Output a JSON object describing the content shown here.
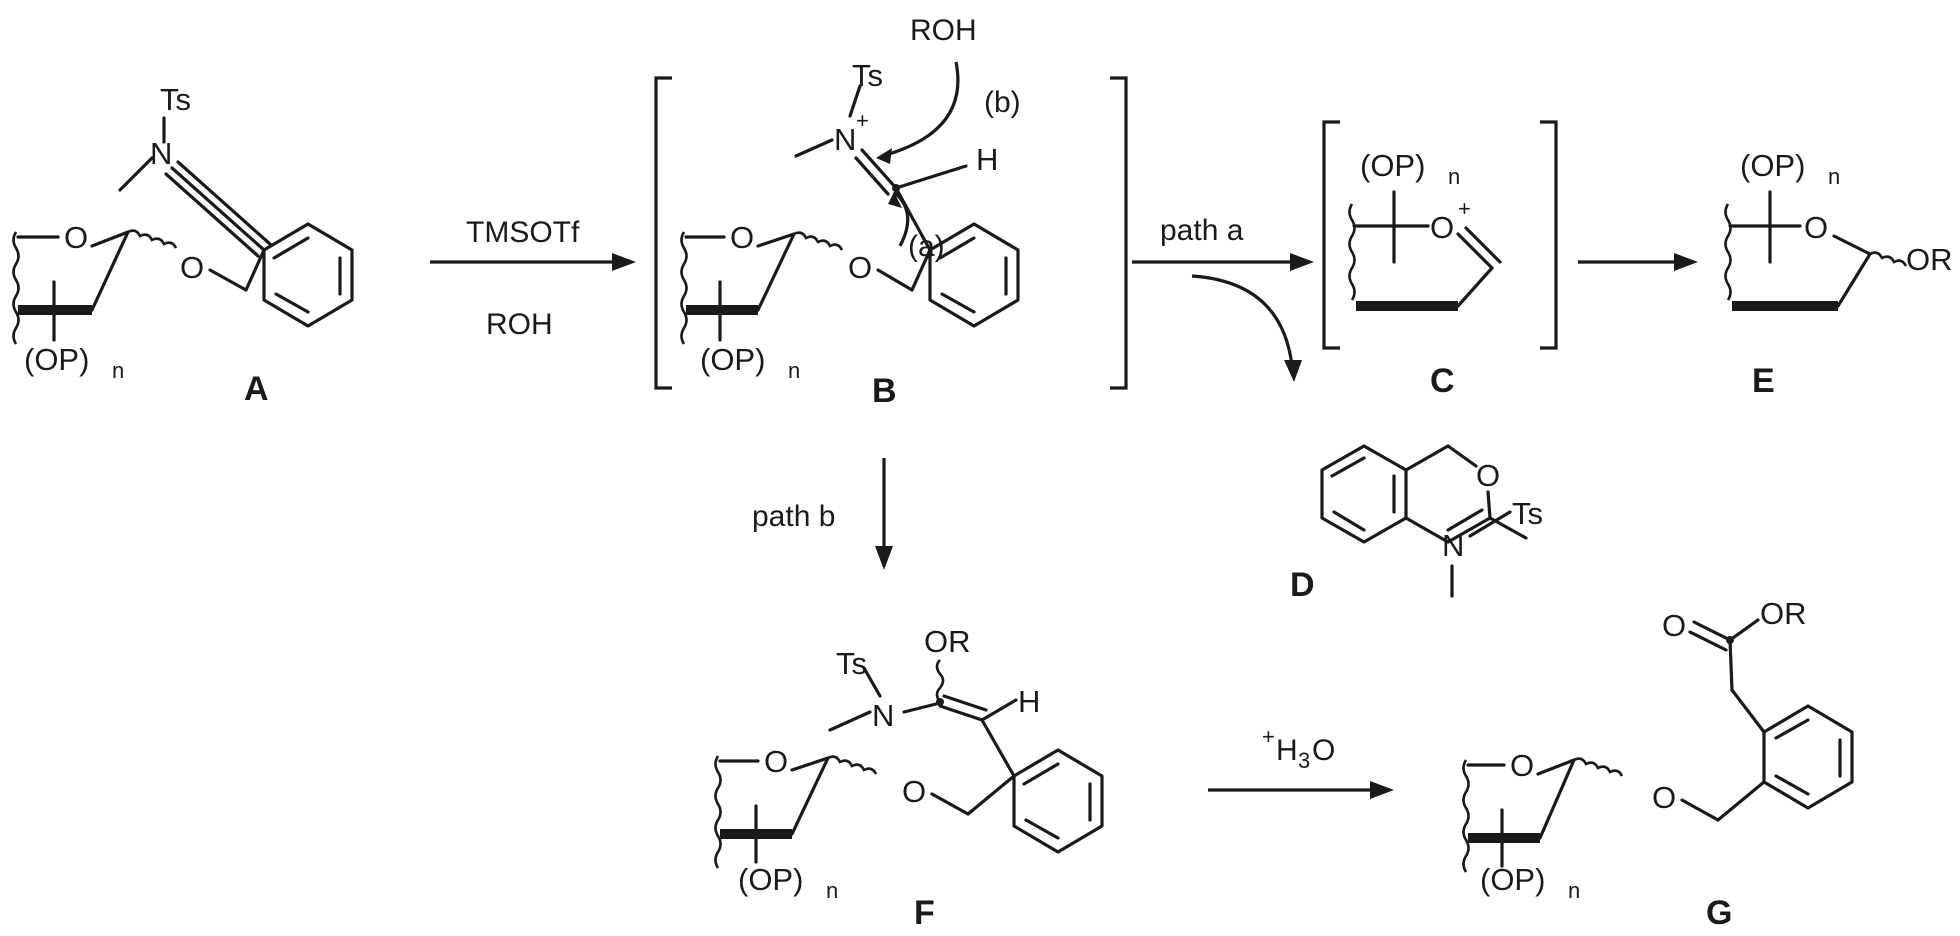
{
  "compounds": {
    "A": {
      "label": "A",
      "ts": "Ts",
      "n": "N",
      "o_ring": "O",
      "o_link": "O",
      "op": "(OP)",
      "op_sub": "n"
    },
    "B": {
      "label": "B",
      "ts": "Ts",
      "n": "N",
      "n_charge": "+",
      "h": "H",
      "o_ring": "O",
      "o_link": "O",
      "op": "(OP)",
      "op_sub": "n",
      "arrow_a_label": "(a)",
      "arrow_b_label": "(b)",
      "nucleophile": "ROH"
    },
    "C": {
      "label": "C",
      "op": "(OP)",
      "op_sub": "n",
      "o": "O",
      "o_charge": "+"
    },
    "D": {
      "label": "D",
      "o": "O",
      "n": "N",
      "ts": "Ts"
    },
    "E": {
      "label": "E",
      "op": "(OP)",
      "op_sub": "n",
      "o": "O",
      "or": "OR"
    },
    "F": {
      "label": "F",
      "ts": "Ts",
      "n": "N",
      "or": "OR",
      "h": "H",
      "o_ring": "O",
      "o_link": "O",
      "op": "(OP)",
      "op_sub": "n"
    },
    "G": {
      "label": "G",
      "o_carbonyl": "O",
      "or": "OR",
      "o_ring": "O",
      "o_link": "O",
      "op": "(OP)",
      "op_sub": "n"
    }
  },
  "reactions": {
    "a_to_b": {
      "reagent_top": "TMSOTf",
      "reagent_bottom": "ROH"
    },
    "path_a": {
      "label": "path a"
    },
    "path_b": {
      "label": "path b"
    },
    "f_to_g": {
      "reagent_sup": "+",
      "reagent_main": "H",
      "reagent_sub": "3",
      "reagent_tail": "O"
    }
  }
}
